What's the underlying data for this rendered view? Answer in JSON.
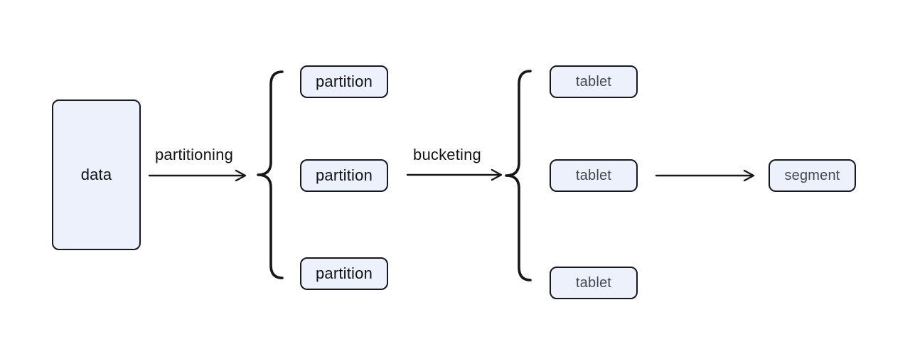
{
  "colors": {
    "canvas_bg": "#ffffff",
    "node_fill": "#edf1fb",
    "node_border": "#19191d",
    "text_primary": "#131316",
    "text_secondary": "#45484f",
    "stroke": "#17171a"
  },
  "nodes": {
    "data": {
      "label": "data"
    },
    "partitions": [
      {
        "label": "partition"
      },
      {
        "label": "partition"
      },
      {
        "label": "partition"
      }
    ],
    "tablets": [
      {
        "label": "tablet"
      },
      {
        "label": "tablet"
      },
      {
        "label": "tablet"
      }
    ],
    "segment": {
      "label": "segment"
    }
  },
  "arrows": {
    "partitioning": {
      "label": "partitioning"
    },
    "bucketing": {
      "label": "bucketing"
    }
  }
}
